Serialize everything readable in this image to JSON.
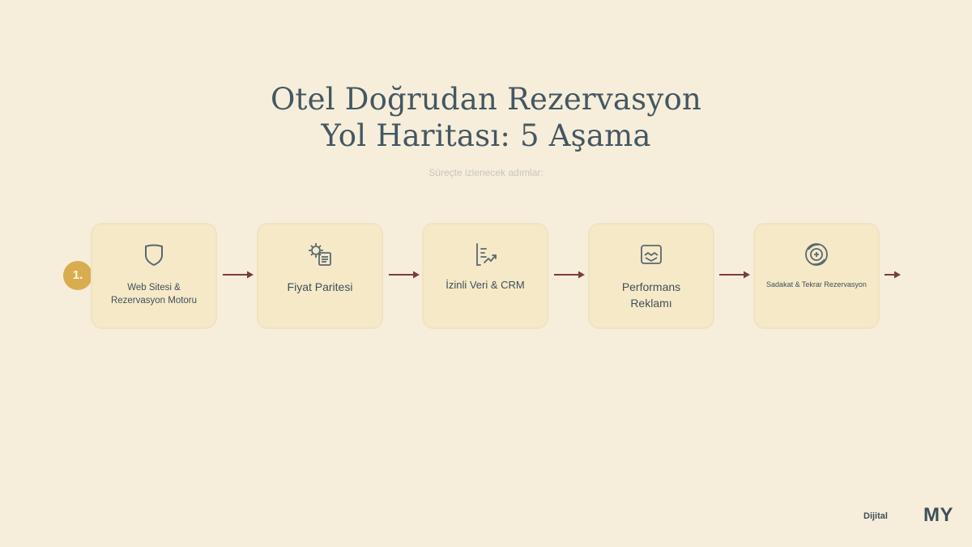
{
  "title": {
    "line1": "Otel Doğrudan Rezervasyon",
    "line2": "Yol Haritası: 5 Aşama"
  },
  "subtitle": "Süreçte izlenecek adımlar:",
  "current_step": "1.",
  "steps": [
    {
      "label_lines": [
        "Web Sitesi &",
        "Rezervasyon Motoru"
      ],
      "icon": "shield-icon"
    },
    {
      "label_lines": [
        "Fiyat Paritesi"
      ],
      "icon": "gear-document-icon"
    },
    {
      "label_lines": [
        "İzinli Veri & CRM"
      ],
      "icon": "data-chart-icon"
    },
    {
      "label_lines": [
        "Performans",
        "Reklamı"
      ],
      "icon": "handshake-screen-icon"
    },
    {
      "label_lines": [
        "Sadakat & Tekrar Rezervasyon"
      ],
      "icon": "loyalty-cycle-icon"
    }
  ],
  "colors": {
    "background": "#f6eedb",
    "card": "#f6e9c8",
    "badge": "#d9ad4f",
    "arrow": "#7a3d3a",
    "text": "#3f4f59"
  },
  "footer": {
    "brand_small": "Dijital",
    "brand_big": "MY"
  }
}
